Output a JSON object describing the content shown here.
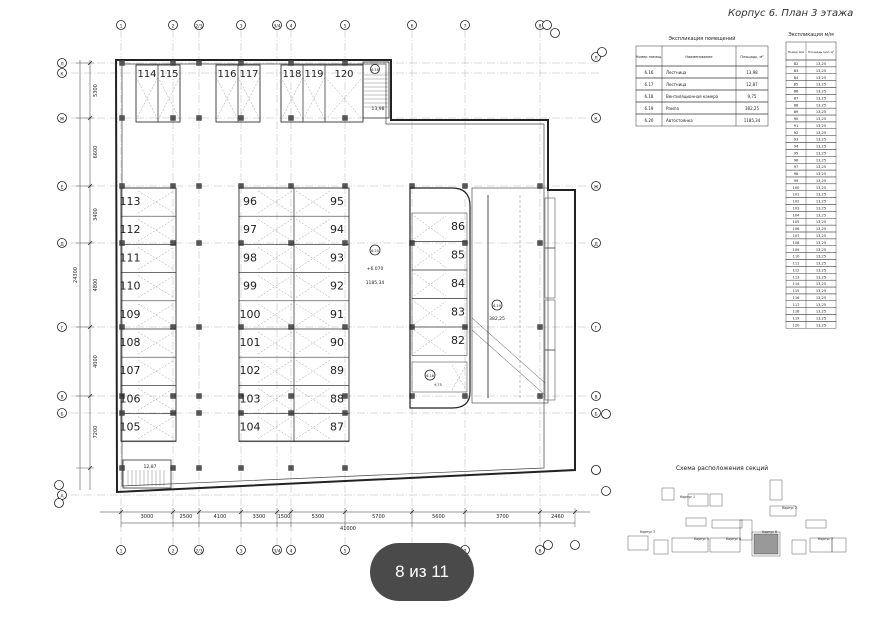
{
  "sheet": {
    "title": "Корпус 6. План 3 этажа",
    "page_indicator": "8 из 11"
  },
  "axes": {
    "top": [
      "1",
      "2",
      "2/3",
      "3",
      "3/4",
      "4",
      "5",
      "6",
      "7",
      "8"
    ],
    "bottom": [
      "1",
      "2",
      "2/3",
      "3",
      "3/4",
      "4",
      "5",
      "6",
      "7",
      "8"
    ],
    "left": [
      "Л",
      "К",
      "Ж",
      "Е",
      "Д",
      "Г",
      "В",
      "Б",
      "А"
    ],
    "right": [
      "Л",
      "К",
      "Ж",
      "Д",
      "Г",
      "В",
      "Б",
      "А"
    ]
  },
  "dimensions": {
    "bottom": [
      "3000",
      "2500",
      "4100",
      "3300",
      "1500",
      "5300",
      "5700",
      "5600",
      "3700",
      "2460"
    ],
    "bottom_total": "41000",
    "left": [
      "5300",
      "6600",
      "3400",
      "4800",
      "4000",
      "7200"
    ],
    "left_total": "24300"
  },
  "parking": {
    "top_row": [
      "114",
      "115",
      "116",
      "117",
      "118",
      "119",
      "120"
    ],
    "left_col": [
      "113",
      "112",
      "111",
      "110",
      "109",
      "108",
      "107",
      "106",
      "105"
    ],
    "mid_left": [
      "96",
      "97",
      "98",
      "99",
      "100",
      "101",
      "102",
      "103",
      "104"
    ],
    "mid_right": [
      "95",
      "94",
      "93",
      "92",
      "91",
      "90",
      "89",
      "88",
      "87"
    ],
    "right_col": [
      "86",
      "85",
      "84",
      "83",
      "82"
    ]
  },
  "rooms": {
    "stair_top": {
      "id": "6.16",
      "area": "13,98"
    },
    "stair_bottom": {
      "area": "12,87"
    },
    "parking_hall": {
      "id": "6.20",
      "sub": "+6.070",
      "area": "1185,34"
    },
    "ramp": {
      "id": "6.19",
      "area": "382,25"
    },
    "vent": {
      "id": "6.18",
      "area": "9,75"
    }
  },
  "explication": {
    "header": "Экспликация помещений",
    "columns": [
      "Номер помещ.",
      "Наименование",
      "Площадь, м²"
    ],
    "rows": [
      [
        "6.16",
        "Лестница",
        "13,98"
      ],
      [
        "6.17",
        "Лестница",
        "12,87"
      ],
      [
        "6.18",
        "Вентиляционная камера",
        "9,75"
      ],
      [
        "6.19",
        "Рампа",
        "382,25"
      ],
      [
        "6.20",
        "Автостоянка",
        "1185,34"
      ]
    ]
  },
  "mm_table": {
    "header": "Экспликация м/м",
    "columns": [
      "Номер м/м",
      "Площадь м/м, м²"
    ],
    "rows": [
      [
        "82",
        "13,25"
      ],
      [
        "83",
        "13,25"
      ],
      [
        "84",
        "13,25"
      ],
      [
        "85",
        "13,25"
      ],
      [
        "86",
        "13,25"
      ],
      [
        "87",
        "13,25"
      ],
      [
        "88",
        "13,25"
      ],
      [
        "89",
        "13,25"
      ],
      [
        "90",
        "13,25"
      ],
      [
        "91",
        "13,25"
      ],
      [
        "92",
        "13,25"
      ],
      [
        "93",
        "13,25"
      ],
      [
        "94",
        "13,25"
      ],
      [
        "95",
        "13,25"
      ],
      [
        "96",
        "13,25"
      ],
      [
        "97",
        "13,25"
      ],
      [
        "98",
        "13,25"
      ],
      [
        "99",
        "13,25"
      ],
      [
        "100",
        "13,25"
      ],
      [
        "101",
        "13,25"
      ],
      [
        "102",
        "13,25"
      ],
      [
        "103",
        "13,25"
      ],
      [
        "104",
        "13,25"
      ],
      [
        "105",
        "13,25"
      ],
      [
        "106",
        "13,25"
      ],
      [
        "107",
        "13,25"
      ],
      [
        "108",
        "13,25"
      ],
      [
        "109",
        "13,25"
      ],
      [
        "110",
        "13,25"
      ],
      [
        "111",
        "13,25"
      ],
      [
        "112",
        "13,25"
      ],
      [
        "113",
        "13,25"
      ],
      [
        "114",
        "13,25"
      ],
      [
        "115",
        "13,25"
      ],
      [
        "116",
        "13,25"
      ],
      [
        "117",
        "13,25"
      ],
      [
        "118",
        "13,25"
      ],
      [
        "119",
        "13,25"
      ],
      [
        "120",
        "13,25"
      ]
    ]
  },
  "keyplan": {
    "title": "Схема расположения секций",
    "labels": [
      "Корпус 1",
      "Корпус 2",
      "Корпус 3",
      "Корпус 4",
      "Корпус 5",
      "Корпус 6",
      "Корпус 7"
    ]
  }
}
